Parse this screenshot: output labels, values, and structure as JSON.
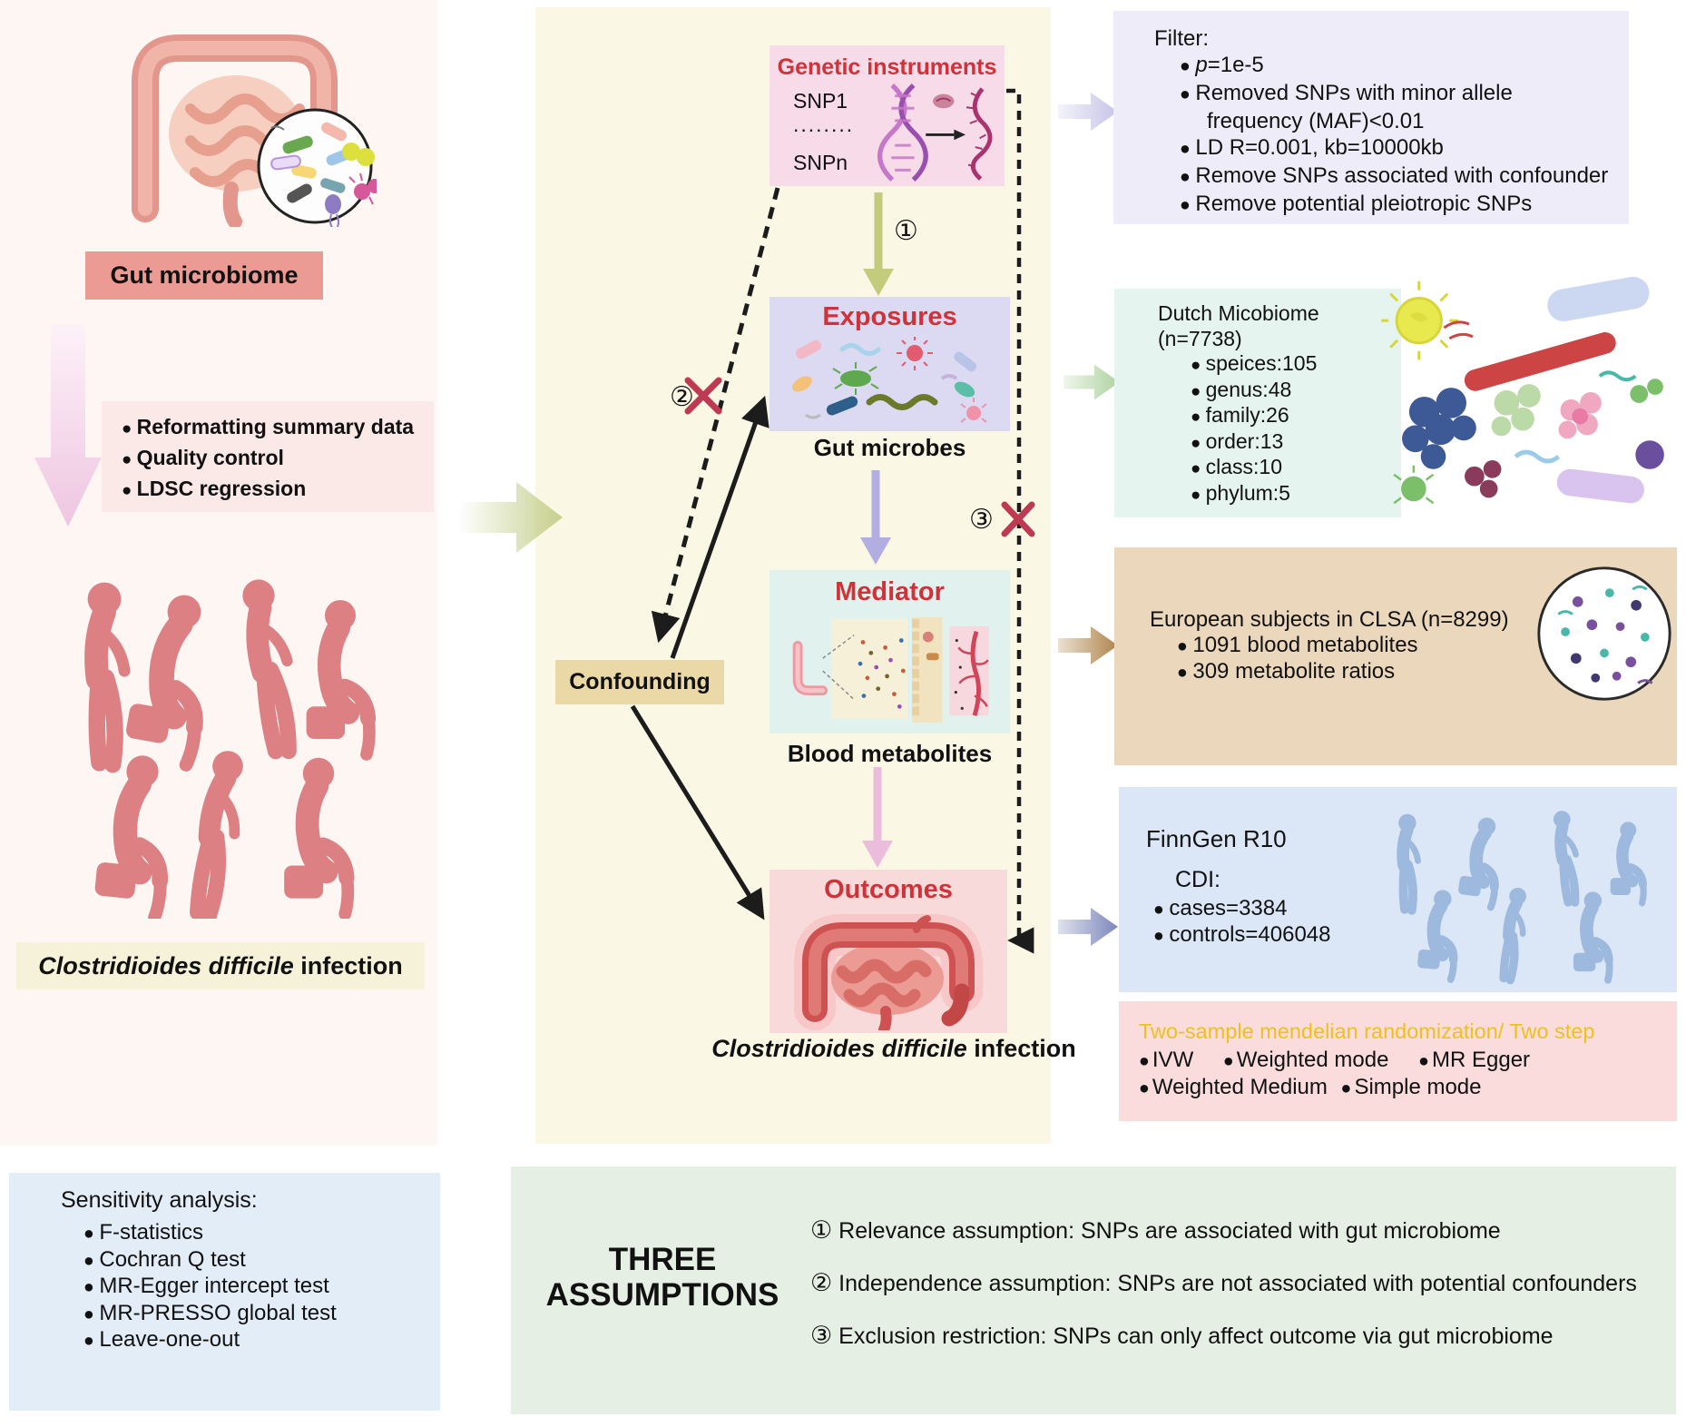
{
  "figure": {
    "left": {
      "gut_label": "Gut microbiome",
      "qc_items": [
        "Reformatting summary data",
        "Quality control",
        "LDSC regression"
      ],
      "cdi_italic": "Clostridioides difficile",
      "cdi_rest": " infection"
    },
    "flow": {
      "genetic": {
        "title": "Genetic instruments",
        "snp_first": "SNP1",
        "snp_dots": "........",
        "snp_last": "SNPn"
      },
      "num1": "①",
      "num2": "②",
      "num3": "③",
      "exposures": {
        "title": "Exposures",
        "caption": "Gut microbes"
      },
      "mediator": {
        "title": "Mediator",
        "caption": "Blood metabolites"
      },
      "outcomes": {
        "title": "Outcomes",
        "caption_italic": "Clostridioides difficile",
        "caption_rest": " infection"
      },
      "confounding_label": "Confounding"
    },
    "right": {
      "filter": {
        "title": "Filter:",
        "item_p_italic": "p",
        "item_p_rest": "=1e-5",
        "items": [
          "Removed SNPs with minor allele frequency (MAF)<0.01",
          "LD R=0.001, kb=10000kb",
          "Remove SNPs associated with confounder",
          "Remove potential pleiotropic SNPs"
        ]
      },
      "dutch": {
        "title": "Dutch Micobiome",
        "subtitle": "(n=7738)",
        "items": [
          "speices:105",
          "genus:48",
          "family:26",
          "order:13",
          "class:10",
          "phylum:5"
        ]
      },
      "clsa": {
        "title": "European subjects in CLSA (n=8299)",
        "items": [
          "1091 blood metabolites",
          "309 metabolite ratios"
        ]
      },
      "finngen": {
        "title": "FinnGen R10",
        "subtitle": "CDI:",
        "items": [
          "cases=3384",
          "controls=406048"
        ]
      },
      "mr": {
        "title": "Two-sample mendelian randomization/ Two step",
        "row1": [
          "IVW",
          "Weighted mode",
          "MR Egger"
        ],
        "row2": [
          "Weighted Medium",
          "Simple mode"
        ]
      }
    },
    "bottom": {
      "sensitivity": {
        "title": "Sensitivity analysis:",
        "items": [
          "F-statistics",
          "Cochran Q test",
          "MR-Egger intercept test",
          "MR-PRESSO global test",
          "Leave-one-out"
        ]
      },
      "assumptions": {
        "title1": "THREE",
        "title2": "ASSUMPTIONS",
        "items": [
          {
            "num": "①",
            "text": "Relevance assumption: SNPs are associated with gut microbiome"
          },
          {
            "num": "②",
            "text": "Independence assumption: SNPs are not associated with potential confounders"
          },
          {
            "num": "③",
            "text": "Exclusion restriction: SNPs can only affect outcome via gut microbiome"
          }
        ]
      }
    },
    "colors": {
      "title_red": "#cf3339",
      "mr_gold": "#eec11e",
      "crowd_rose": "#dd8084",
      "crowd_blue": "#9db9dd",
      "confounder_tan": "#ead9a6"
    }
  }
}
